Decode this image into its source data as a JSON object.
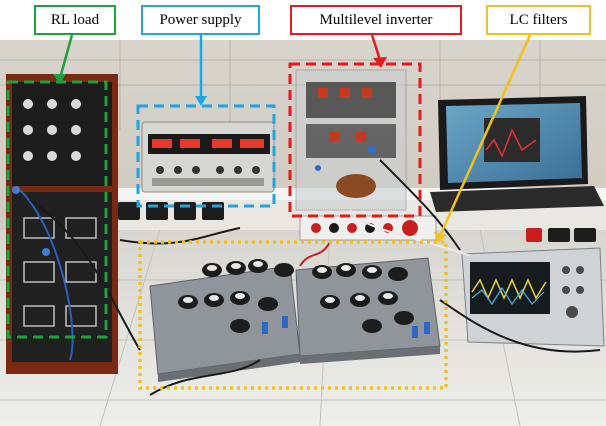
{
  "labels": {
    "rl_load": "RL load",
    "power_supply": "Power supply",
    "multilevel_inverter": "Multilevel inverter",
    "lc_filters": "LC filters"
  },
  "colors": {
    "rl_load": "#1aa33c",
    "power_supply": "#1ea6e0",
    "multilevel_inverter": "#e21b1b",
    "lc_filters": "#f2c11a"
  }
}
